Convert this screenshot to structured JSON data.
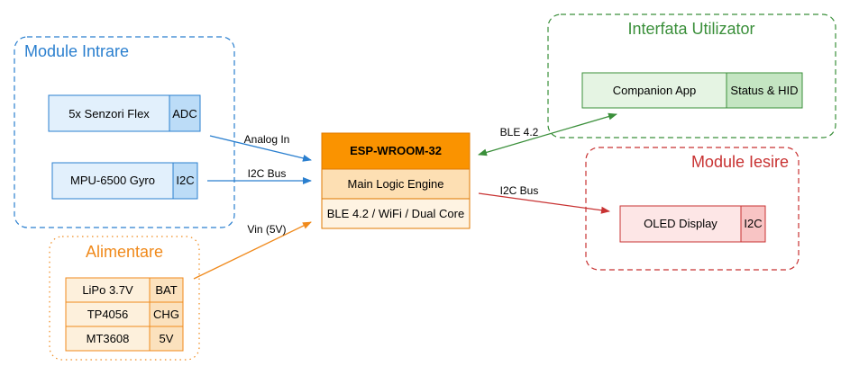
{
  "groups": {
    "inputs": {
      "title": "Module Intrare",
      "color": "#2a7fcf"
    },
    "user_interface": {
      "title": "Interfata Utilizator",
      "color": "#3a8f3a"
    },
    "outputs": {
      "title": "Module Iesire",
      "color": "#c83232"
    },
    "power": {
      "title": "Alimentare",
      "color": "#f08a1c"
    }
  },
  "inputs": {
    "flex": {
      "label": "5x Senzori Flex",
      "tag": "ADC"
    },
    "gyro": {
      "label": "MPU-6500 Gyro",
      "tag": "I2C"
    }
  },
  "core": {
    "title": "ESP-WROOM-32",
    "logic": "Main Logic Engine",
    "comms": "BLE 4.2 / WiFi / Dual Core"
  },
  "user_interface": {
    "app": {
      "label": "Companion App",
      "tag": "Status & HID"
    }
  },
  "outputs": {
    "oled": {
      "label": "OLED Display",
      "tag": "I2C"
    }
  },
  "power": {
    "battery": {
      "label": "LiPo 3.7V",
      "tag": "BAT"
    },
    "charger": {
      "label": "TP4056",
      "tag": "CHG"
    },
    "boost": {
      "label": "MT3608",
      "tag": "5V"
    }
  },
  "edges": {
    "analog_in": "Analog In",
    "i2c_bus_in": "I2C Bus",
    "vin": "Vin (5V)",
    "ble": "BLE 4.2",
    "i2c_bus_out": "I2C Bus"
  }
}
